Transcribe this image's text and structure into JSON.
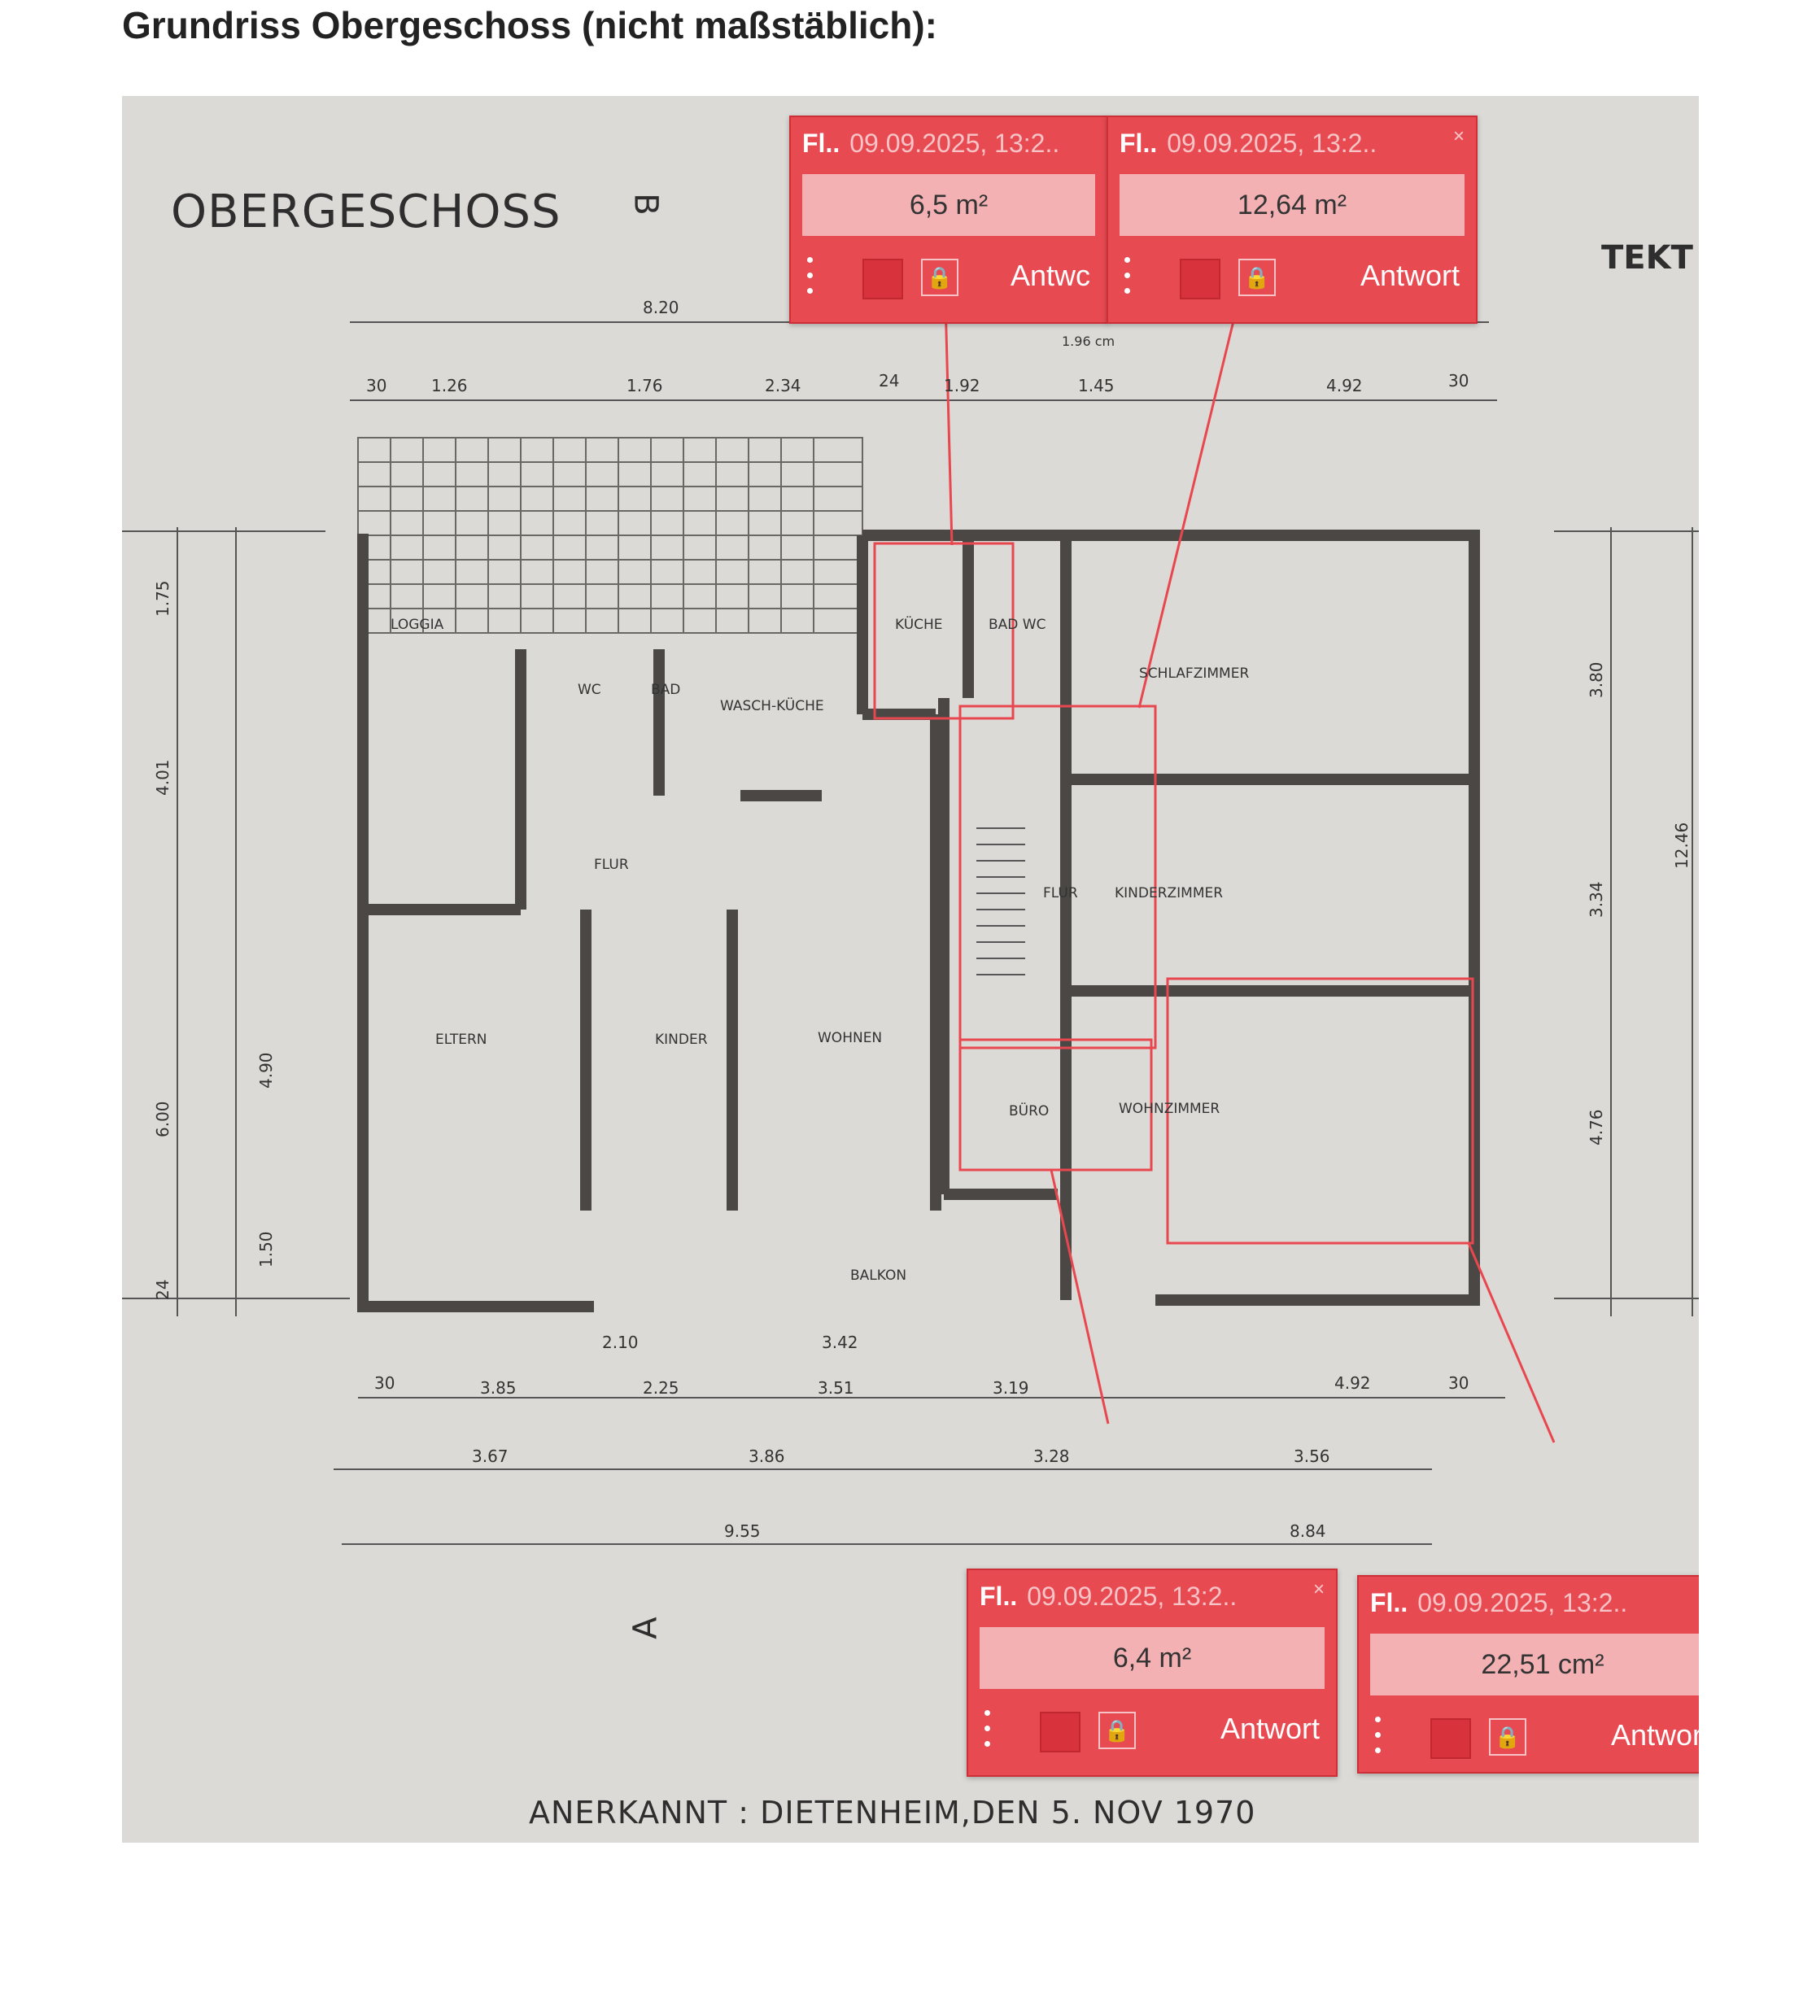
{
  "heading": "Grundriss Obergeschoss (nicht maßstäblich):",
  "plan": {
    "title": "OBERGESCHOSS",
    "tekt": "TEKT",
    "section_a": "A",
    "section_b": "B",
    "footer": "ANERKANNT : DIETENHEIM,DEN  5. NOV 1970",
    "rooms": {
      "flur_left": "FLUR",
      "flur_right": "FLUR",
      "kueche": "KÜCHE",
      "bad": "BAD",
      "bad_wc": "BAD WC",
      "wc": "WC",
      "waschkueche": "WASCH-KÜCHE",
      "schlafzimmer": "SCHLAFZIMMER",
      "kinderzimmer": "KINDERZIMMER",
      "wohnzimmer": "WOHNZIMMER",
      "eltern": "ELTERN",
      "kinder": "KINDER",
      "wohnen": "WOHNEN",
      "buero": "BÜRO",
      "balkon": "BALKON",
      "loggia": "LOGGIA"
    },
    "dimensions": {
      "top_total": "8.20",
      "top_1": "30",
      "top_2": "1.26",
      "top_3": "1.76",
      "top_4": "2.34",
      "top_5": "24",
      "top_6": "1.92",
      "top_7": "1.45",
      "top_8": "4.92",
      "top_9": "30",
      "top_small": "1.96 cm",
      "bottom_1": "30",
      "bottom_2": "3.85",
      "bottom_3": "2.25",
      "bottom_4": "3.51",
      "bottom_5": "3.19",
      "bottom_6": "4.92",
      "bottom_7": "30",
      "bottom_mid_1": "2.10",
      "bottom_mid_2": "3.42",
      "bottom_row2_1": "3.67",
      "bottom_row2_2": "3.86",
      "bottom_row2_3": "3.28",
      "bottom_row2_4": "3.56",
      "bottom_row3_1": "9.55",
      "bottom_row3_2": "8.84",
      "left_1": "1.75",
      "left_2": "4.01",
      "left_3": "6.00",
      "left_4": "4.90",
      "left_5": "1.50",
      "left_6": "24",
      "right_1": "3.80",
      "right_2": "3.34",
      "right_3": "4.76",
      "right_4": "12.46"
    }
  },
  "annotations": [
    {
      "abbr": "Fl..",
      "date": "09.09.2025, 13:2..",
      "value": "6,5 m²",
      "answer": "Antwc"
    },
    {
      "abbr": "Fl..",
      "date": "09.09.2025, 13:2..",
      "value": "12,64 m²",
      "answer": "Antwort",
      "close": "×"
    },
    {
      "abbr": "Fl..",
      "date": "09.09.2025, 13:2..",
      "value": "6,4 m²",
      "answer": "Antwort",
      "close": "×"
    },
    {
      "abbr": "Fl..",
      "date": "09.09.2025, 13:2..",
      "value": "22,51 cm²",
      "answer": "Antwort",
      "close": "×"
    }
  ],
  "colors": {
    "annotation": "#e84a52",
    "annotation_field": "#f3b1b4",
    "plan_background": "#dcdad6",
    "wall": "#4a4744"
  },
  "icons": [
    "options-icon",
    "color-swatch-icon",
    "lock-icon",
    "close-icon"
  ]
}
